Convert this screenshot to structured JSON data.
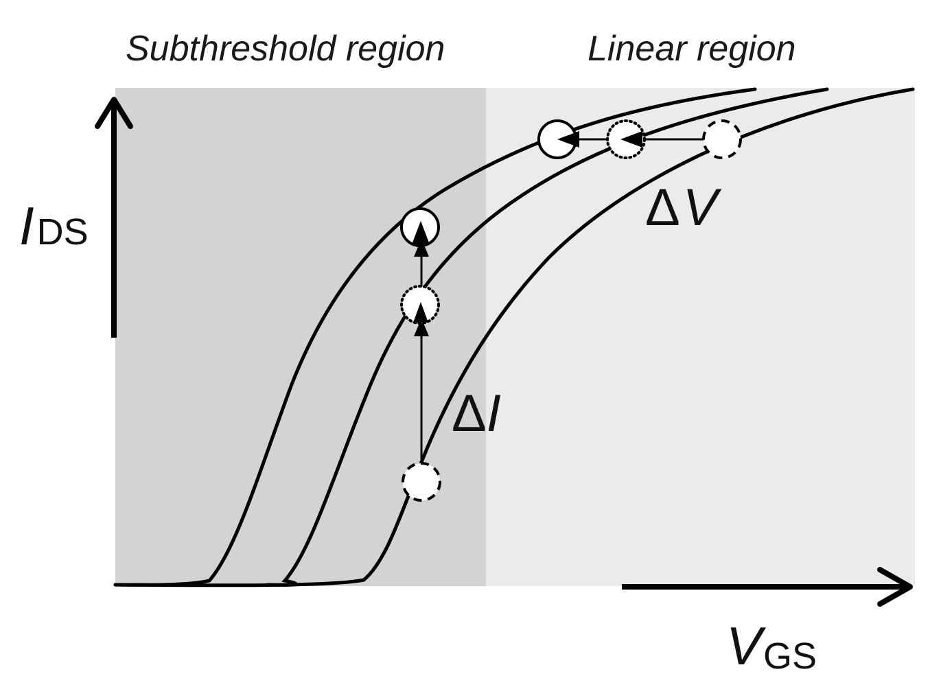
{
  "regions": {
    "subthreshold": {
      "label": "Subthreshold region"
    },
    "linear": {
      "label": "Linear region"
    }
  },
  "axes": {
    "y": {
      "var": "I",
      "sub": "DS"
    },
    "x": {
      "var": "V",
      "sub": "GS"
    }
  },
  "annotations": {
    "delta_i": {
      "delta": "Δ",
      "var": "I"
    },
    "delta_v": {
      "delta": "Δ",
      "var": "V"
    }
  },
  "colors": {
    "subthreshold_fill": "#d3d3d3",
    "linear_fill": "#ebebeb",
    "line": "#000000"
  }
}
